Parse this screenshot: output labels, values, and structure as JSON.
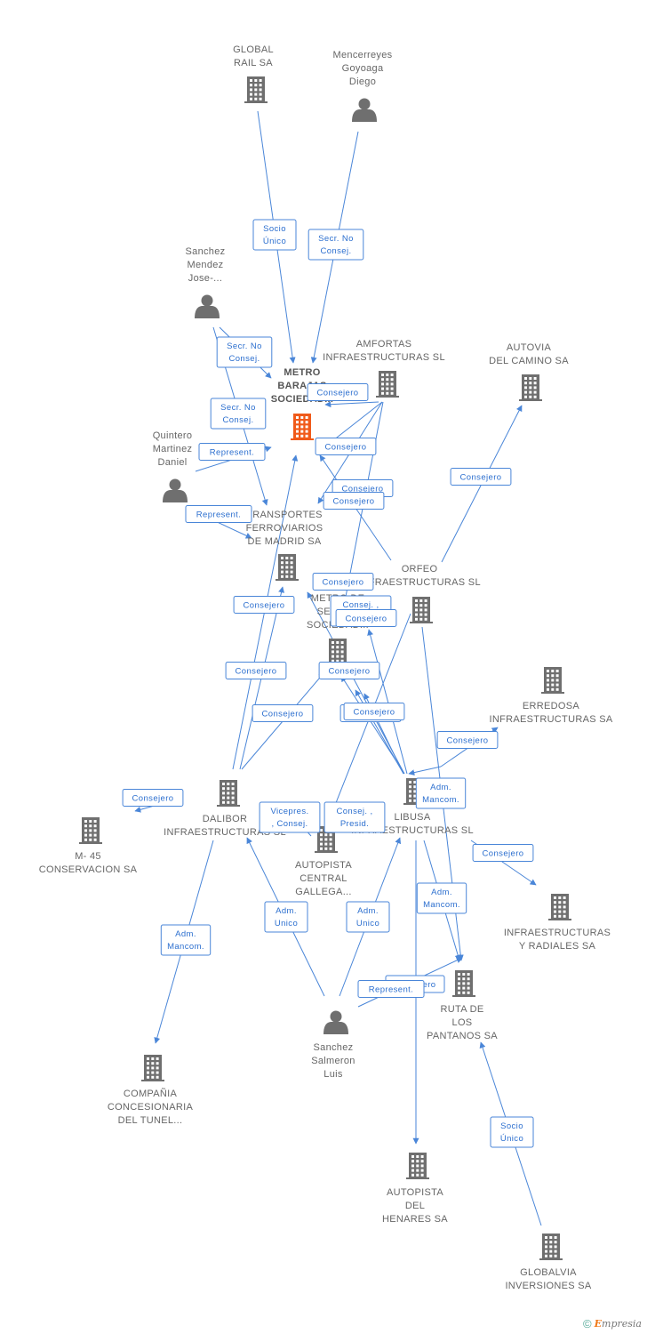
{
  "colors": {
    "edge": "#4a86d8",
    "edge_text": "#2c6fcf",
    "node_icon": "#6f6f6f",
    "center_icon": "#f05a1a",
    "label": "#666666"
  },
  "nodes": [
    {
      "id": "global_rail",
      "type": "company",
      "lines": [
        "GLOBAL",
        "RAIL SA"
      ]
    },
    {
      "id": "mencerreyes",
      "type": "person",
      "lines": [
        "Mencerreyes",
        "Goyoaga",
        "Diego"
      ]
    },
    {
      "id": "sanchez_mendez",
      "type": "person",
      "lines": [
        "Sanchez",
        "Mendez",
        "Jose-..."
      ]
    },
    {
      "id": "metro_barajas",
      "type": "center",
      "lines": [
        "METRO",
        "BARAJAS",
        "SOCIEDAD..."
      ]
    },
    {
      "id": "amfortas",
      "type": "company",
      "lines": [
        "AMFORTAS",
        "INFRAESTRUCTURAS SL"
      ]
    },
    {
      "id": "autovia",
      "type": "company",
      "lines": [
        "AUTOVIA",
        "DEL CAMINO SA"
      ]
    },
    {
      "id": "quintero",
      "type": "person",
      "lines": [
        "Quintero",
        "Martinez",
        "Daniel"
      ]
    },
    {
      "id": "transportes",
      "type": "company",
      "lines": [
        "TRANSPORTES",
        "FERROVIARIOS",
        "DE MADRID SA"
      ]
    },
    {
      "id": "orfeo",
      "type": "company",
      "lines": [
        "ORFEO",
        "INFRAESTRUCTURAS SL"
      ]
    },
    {
      "id": "metro_sevilla",
      "type": "company",
      "lines": [
        "METRO DE",
        "SEVILLA",
        "SOCIEDAD..."
      ]
    },
    {
      "id": "erredosa",
      "type": "company",
      "lines": [
        "ERREDOSA",
        "INFRAESTRUCTURAS SA"
      ]
    },
    {
      "id": "dalibor",
      "type": "company",
      "lines": [
        "DALIBOR",
        "INFRAESTRUCTURAS SL"
      ]
    },
    {
      "id": "libusa",
      "type": "company",
      "lines": [
        "LIBUSA",
        "INFRAESTRUCTURAS SL"
      ]
    },
    {
      "id": "m45",
      "type": "company",
      "lines": [
        "M- 45",
        "CONSERVACION SA"
      ]
    },
    {
      "id": "autopista_central",
      "type": "company",
      "lines": [
        "AUTOPISTA",
        "CENTRAL",
        "GALLEGA..."
      ]
    },
    {
      "id": "infra_radiales",
      "type": "company",
      "lines": [
        "INFRAESTRUCTURAS",
        "Y RADIALES SA"
      ]
    },
    {
      "id": "ruta_pantanos",
      "type": "company",
      "lines": [
        "RUTA DE",
        "LOS",
        "PANTANOS SA"
      ]
    },
    {
      "id": "sanchez_salmeron",
      "type": "person",
      "lines": [
        "Sanchez",
        "Salmeron",
        "Luis"
      ]
    },
    {
      "id": "compania_tunel",
      "type": "company",
      "lines": [
        "COMPAÑIA",
        "CONCESIONARIA",
        "DEL TUNEL..."
      ]
    },
    {
      "id": "autopista_henares",
      "type": "company",
      "lines": [
        "AUTOPISTA",
        "DEL",
        "HENARES SA"
      ]
    },
    {
      "id": "globalvia",
      "type": "company",
      "lines": [
        "GLOBALVIA",
        "INVERSIONES SA"
      ]
    }
  ],
  "edges": [
    {
      "lines": [
        "Socio",
        "Único"
      ]
    },
    {
      "lines": [
        "Secr. No",
        "Consej."
      ]
    },
    {
      "lines": [
        "Secr. No",
        "Consej."
      ]
    },
    {
      "lines": [
        "Consejero"
      ]
    },
    {
      "lines": [
        "Secr. No",
        "Consej."
      ]
    },
    {
      "lines": [
        "Represent."
      ]
    },
    {
      "lines": [
        "Consejero"
      ]
    },
    {
      "lines": [
        "Consejero"
      ]
    },
    {
      "lines": [
        "Consejero"
      ]
    },
    {
      "lines": [
        "Represent."
      ]
    },
    {
      "lines": [
        "Consejero"
      ]
    },
    {
      "lines": [
        "Consejero"
      ]
    },
    {
      "lines": [
        "Consejero"
      ]
    },
    {
      "lines": [
        "Consej. ,",
        "Presid."
      ]
    },
    {
      "lines": [
        "Consejero"
      ]
    },
    {
      "lines": [
        "Consejero"
      ]
    },
    {
      "lines": [
        "Consejero"
      ]
    },
    {
      "lines": [
        "Consejero"
      ]
    },
    {
      "lines": [
        "Consejero"
      ]
    },
    {
      "lines": [
        "Consejero"
      ]
    },
    {
      "lines": [
        "Adm.",
        "Mancom."
      ]
    },
    {
      "lines": [
        "Consejero"
      ]
    },
    {
      "lines": [
        "Vicepres.",
        ", Consej."
      ]
    },
    {
      "lines": [
        "Consej. ,",
        "Presid."
      ]
    },
    {
      "lines": [
        "Consejero"
      ]
    },
    {
      "lines": [
        "Adm.",
        "Mancom."
      ]
    },
    {
      "lines": [
        "Adm.",
        "Mancom."
      ]
    },
    {
      "lines": [
        "Adm.",
        "Unico"
      ]
    },
    {
      "lines": [
        "Adm.",
        "Unico"
      ]
    },
    {
      "lines": [
        "Consejero"
      ]
    },
    {
      "lines": [
        "Represent."
      ]
    },
    {
      "lines": [
        "Socio",
        "Único"
      ]
    }
  ],
  "footer": {
    "copyright": "©",
    "brand_initial": "E",
    "brand_rest": "mpresia"
  }
}
